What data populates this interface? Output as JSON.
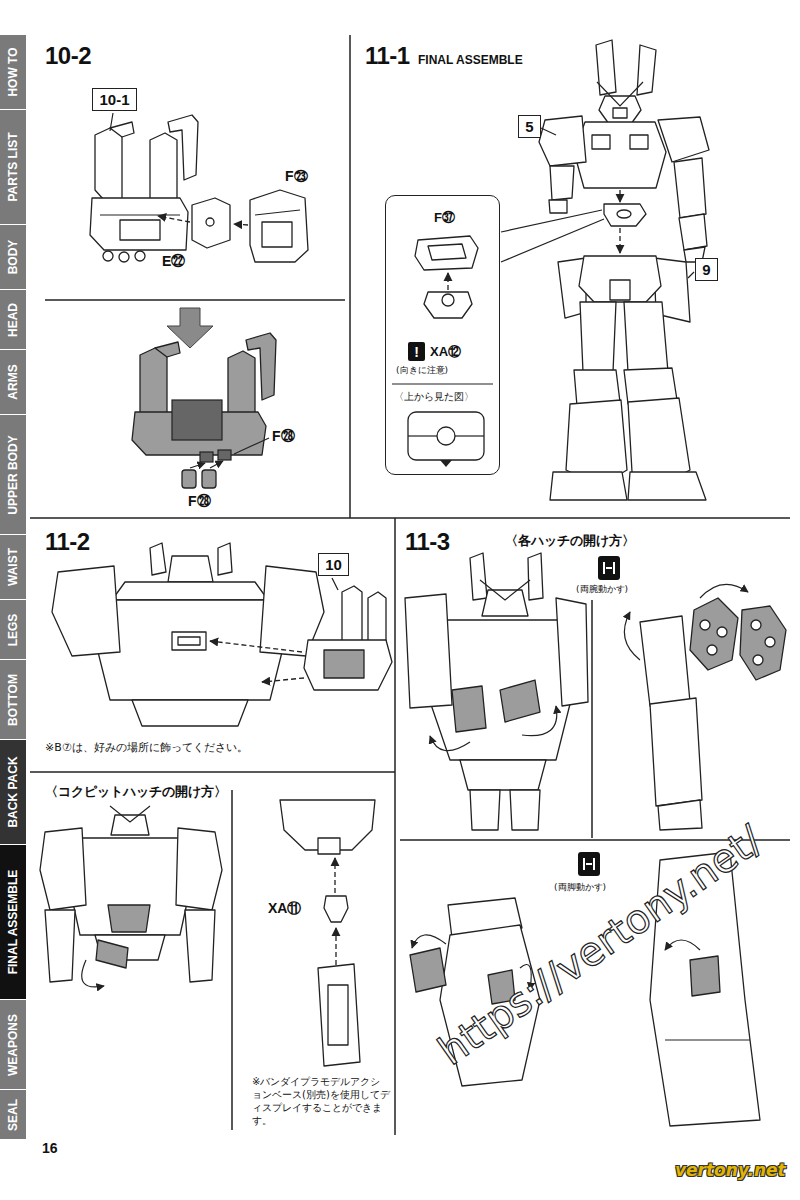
{
  "diagram": {
    "nodes": [
      {
        "text": [
          "10-2"
        ]
      },
      {
        "text": [
          "10-1"
        ],
        "in": 0
      },
      {
        "text": [
          "11-1",
          "FINAL ASSEMBLE"
        ]
      },
      {
        "text": [
          "5"
        ],
        "in": 2
      },
      {
        "text": [
          "F㊲",
          "XA⑫",
          "(向きに注意)",
          "〈上から見た図〉"
        ],
        "in": 2
      },
      {
        "text": [
          "!"
        ],
        "in": 4
      },
      {
        "text": [
          "9"
        ],
        "in": 2
      },
      {
        "text": [
          "11-2"
        ]
      },
      {
        "text": [
          "10"
        ],
        "in": 7
      },
      {
        "text": [
          "〈コクピットハッチの開け方〉"
        ],
        "in": 7
      },
      {
        "text": [
          "11-3",
          "〈各ハッチの開け方〉"
        ]
      },
      {
        "text": [
          "HOW TO"
        ]
      },
      {
        "text": [
          "PARTS LIST"
        ]
      },
      {
        "text": [
          "BODY"
        ]
      },
      {
        "text": [
          "HEAD"
        ]
      },
      {
        "text": [
          "ARMS"
        ]
      },
      {
        "text": [
          "UPPER BODY"
        ]
      },
      {
        "text": [
          "WAIST"
        ]
      },
      {
        "text": [
          "LEGS"
        ]
      },
      {
        "text": [
          "BOTTOM"
        ]
      },
      {
        "text": [
          "BACK PACK"
        ]
      },
      {
        "text": [
          "FINAL ASSEMBLE"
        ]
      },
      {
        "text": [
          "WEAPONS"
        ]
      },
      {
        "text": [
          "SEAL"
        ]
      }
    ],
    "labels": [
      "F㉓",
      "E㉒",
      "F㉘",
      "F㉘",
      "※B⑦は、好みの場所に飾ってください。",
      "XA⑪",
      "※バンダイプラモデルアクションベース(別売)を使用してディスプレイすることができます。",
      "(両腕動かす)",
      "(両脚動かす)",
      "16",
      "https://vertony.net/",
      "vertony.net"
    ]
  }
}
